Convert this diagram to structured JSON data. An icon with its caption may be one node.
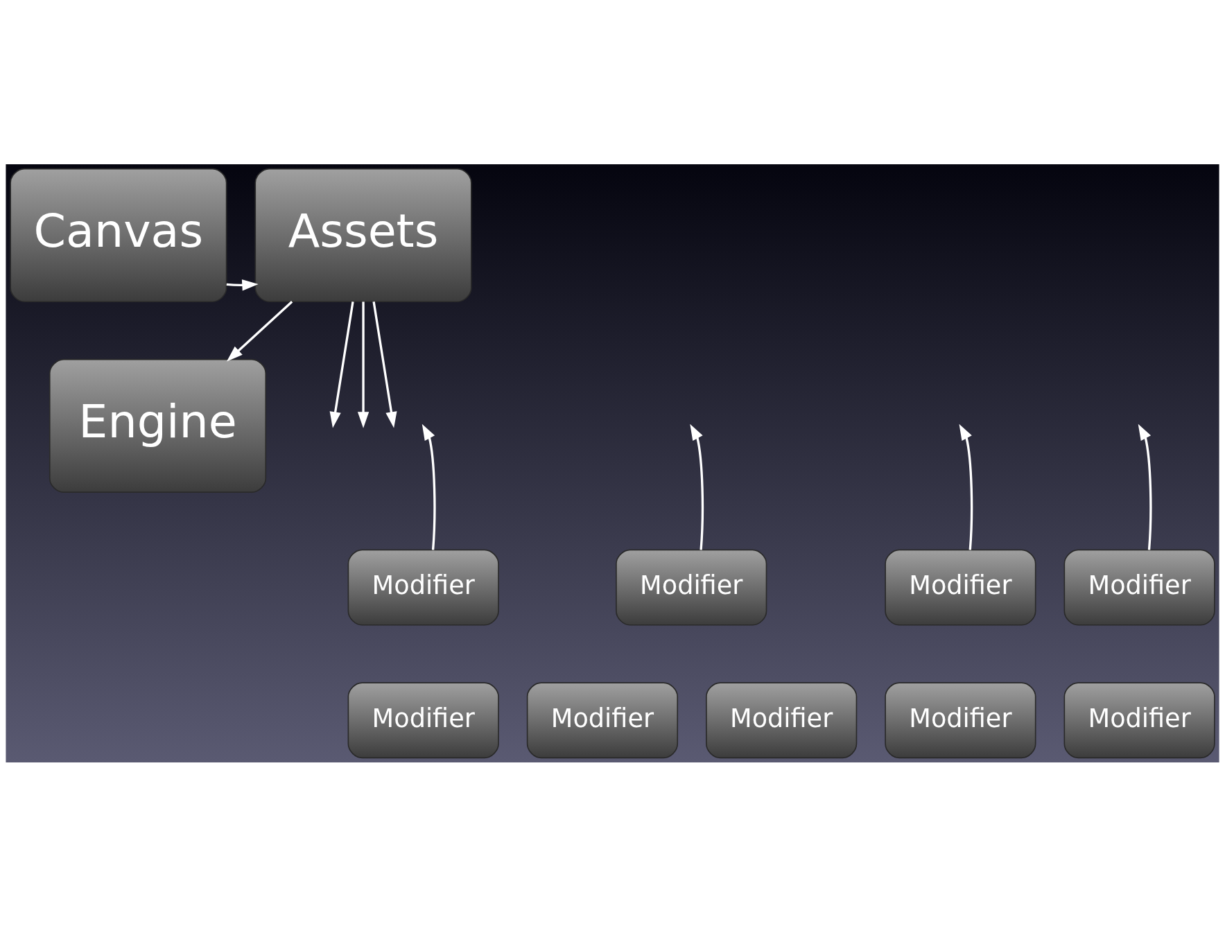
{
  "diagram": {
    "nodes": [
      {
        "text": [
          "Assets"
        ]
      },
      {
        "text": [
          "Canvas"
        ]
      },
      {
        "text": [
          "Engine"
        ]
      },
      {
        "text": [
          "Modifier"
        ]
      },
      {
        "text": [
          "Modifier"
        ]
      },
      {
        "text": [
          "Modifier"
        ]
      },
      {
        "text": [
          "Modifier"
        ]
      },
      {
        "text": [
          "Modifier"
        ]
      },
      {
        "text": [
          "Modifier"
        ]
      },
      {
        "text": [
          "Modifier"
        ]
      },
      {
        "text": [
          "Modifier"
        ]
      },
      {
        "text": [
          "Modifier"
        ]
      }
    ],
    "edges": [
      {
        "from": 1,
        "to": 0,
        "arrow": "to"
      },
      {
        "from": 0,
        "to": 2,
        "arrow": "to"
      },
      {
        "from": 0,
        "to": null,
        "arrow": "to"
      },
      {
        "from": 0,
        "to": null,
        "arrow": "to"
      },
      {
        "from": 0,
        "to": null,
        "arrow": "to"
      },
      {
        "from": 3,
        "to": null,
        "arrow": "to"
      },
      {
        "from": 4,
        "to": null,
        "arrow": "to"
      },
      {
        "from": 5,
        "to": null,
        "arrow": "to"
      },
      {
        "from": 6,
        "to": null,
        "arrow": "to"
      }
    ]
  }
}
